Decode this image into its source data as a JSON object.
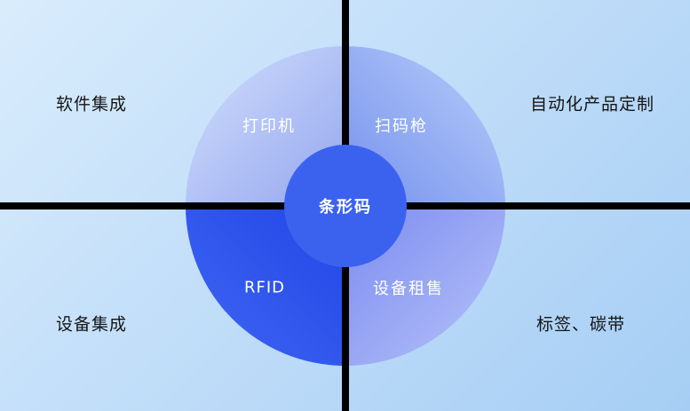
{
  "diagram": {
    "corner_labels": {
      "top_left": "软件集成",
      "top_right": "自动化产品定制",
      "bottom_left": "设备集成",
      "bottom_right": "标签、碳带"
    },
    "wheel": {
      "center": "条形码",
      "segments": [
        {
          "position": "top-left",
          "label": "打印机"
        },
        {
          "position": "top-right",
          "label": "扫码枪"
        },
        {
          "position": "bottom-left",
          "label": "RFID"
        },
        {
          "position": "bottom-right",
          "label": "设备租售"
        }
      ]
    },
    "colors": {
      "background_start": "#d9ecfc",
      "background_end": "#a6cef4",
      "divider": "#000000",
      "segment_top_left": "#a9b8f3",
      "segment_top_right": "#7e9af0",
      "segment_bottom_left": "#2b51ea",
      "segment_bottom_right": "#8393f2",
      "hub": "#3b62ef",
      "circle_text": "#ffffff",
      "corner_text": "#151515"
    }
  }
}
